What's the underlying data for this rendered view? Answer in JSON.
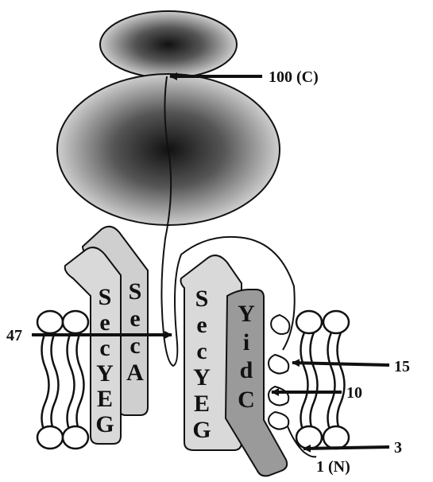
{
  "diagram": {
    "proteins": {
      "secyeg_left": [
        "S",
        "e",
        "c",
        "Y",
        "E",
        "G"
      ],
      "seca": [
        "S",
        "e",
        "c",
        "A"
      ],
      "secyeg_right": [
        "S",
        "e",
        "c",
        "Y",
        "E",
        "G"
      ],
      "yidc": [
        "Y",
        "i",
        "d",
        "C"
      ]
    },
    "labels": {
      "c_terminus": "100 (C)",
      "residue_47": "47",
      "residue_15": "15",
      "residue_10": "10",
      "residue_3": "3",
      "n_terminus": "1 (N)"
    },
    "colors": {
      "secyeg_fill": "#d9d9d9",
      "seca_fill": "#cfcfcf",
      "yidc_fill": "#9a9a9a",
      "ribosome_dark": "#111111",
      "ribosome_light": "#e6e6e6",
      "stroke": "#111111"
    }
  }
}
